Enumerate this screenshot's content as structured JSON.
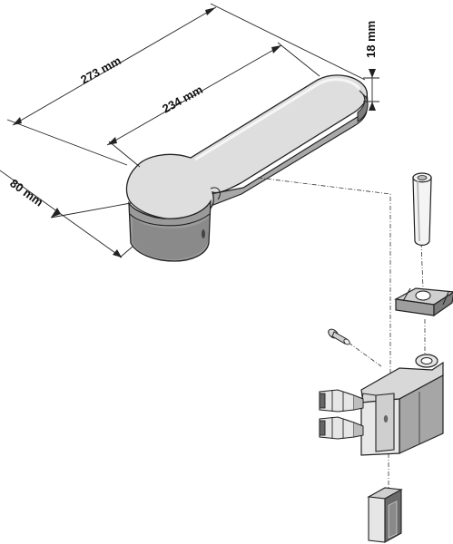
{
  "dimensions": {
    "overall_length": "273 mm",
    "inner_length": "234 mm",
    "height": "18 mm",
    "width": "80 mm"
  },
  "colors": {
    "stroke": "#222222",
    "body_fill": "#dcdcdc",
    "shadow_fill": "#9a9a9a",
    "dark_fill": "#6e6e6e"
  },
  "parts": [
    {
      "name": "handle-arm",
      "kind": "lever-handle"
    },
    {
      "name": "spindle-pin",
      "kind": "pin"
    },
    {
      "name": "spacer-block",
      "kind": "block"
    },
    {
      "name": "small-screw",
      "kind": "screw"
    },
    {
      "name": "hinge-bracket",
      "kind": "bracket"
    },
    {
      "name": "end-cap",
      "kind": "cap"
    }
  ]
}
